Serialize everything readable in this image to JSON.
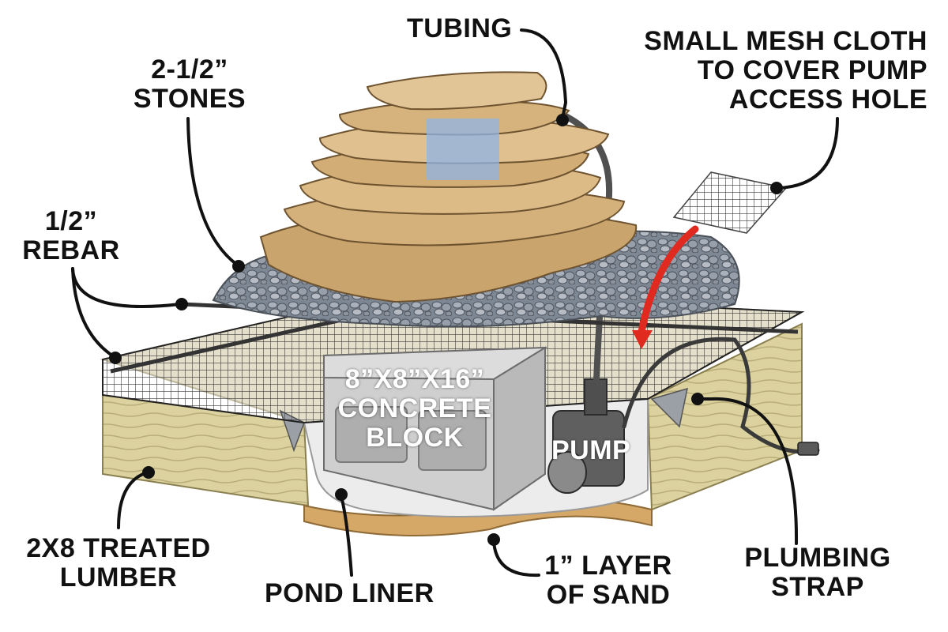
{
  "labels": {
    "tubing": "TUBING",
    "mesh_cloth": [
      "SMALL MESH CLOTH",
      "TO COVER PUMP",
      "ACCESS HOLE"
    ],
    "stones": [
      "2-1/2”",
      "STONES"
    ],
    "rebar": [
      "1/2”",
      "REBAR"
    ],
    "concrete_block": [
      "8”X8”X16”",
      "CONCRETE",
      "BLOCK"
    ],
    "pump": "PUMP",
    "lumber": [
      "2X8 TREATED",
      "LUMBER"
    ],
    "pond_liner": "POND LINER",
    "sand": [
      "1” LAYER",
      "OF SAND"
    ],
    "plumbing_strap": [
      "PLUMBING",
      "STRAP"
    ]
  },
  "colors": {
    "label_text": "#111111",
    "leader_line": "#111111",
    "lumber": "#d9cf9c",
    "sand": "#d6a868",
    "liner": "#e9e9e9",
    "stone": "#d4b07a",
    "gravel": "#8d96a3",
    "mesh": "#3b3b3b",
    "water": "#8fb4e6",
    "arrow": "#e0291f",
    "concrete": "#c8c8c8",
    "pump": "#6b6b6b"
  }
}
